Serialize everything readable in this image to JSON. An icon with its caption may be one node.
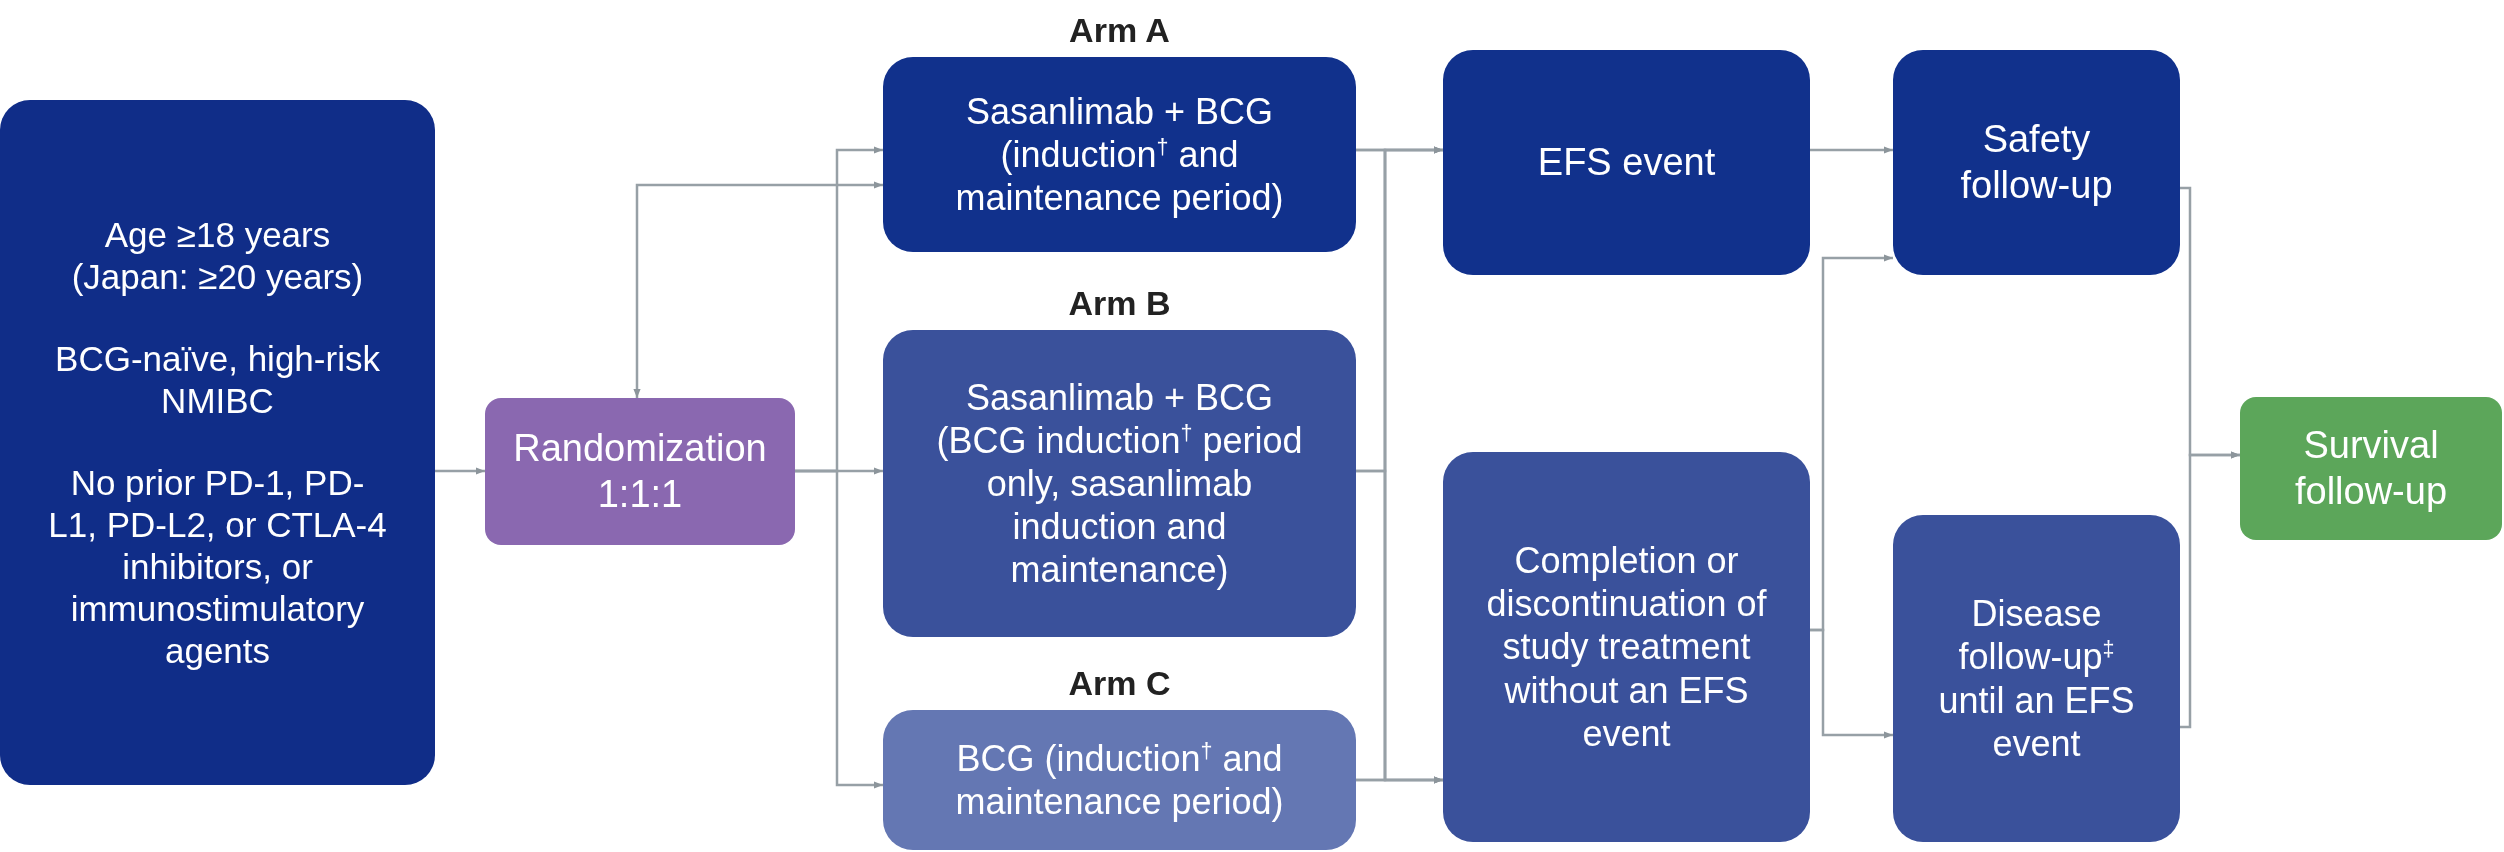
{
  "diagram": {
    "nodes": [
      {
        "text": [
          "Age ≥18 years (Japan: ≥20 years)",
          "BCG-naïve, high-risk NMIBC",
          "No prior PD-1, PD-L1, PD-L2, or CTLA-4 inhibitors, or immunostimulatory agents"
        ]
      },
      {
        "text": [
          "Randomization 1:1:1"
        ]
      },
      {
        "text": [
          "Arm A",
          "Sasanlimab + BCG (induction$^{†}$ and maintenance period)"
        ]
      },
      {
        "text": [
          "Arm B",
          "Sasanlimab + BCG (BCG induction$^{†}$ period only, sasanlimab induction and maintenance)"
        ]
      },
      {
        "text": [
          "Arm C",
          "BCG (induction$^{†}$ and maintenance period)"
        ]
      },
      {
        "text": [
          "EFS event"
        ]
      },
      {
        "text": [
          "Completion or discontinuation of study treatment without an EFS event"
        ]
      },
      {
        "text": [
          "Safety follow-up"
        ]
      },
      {
        "text": [
          "Disease follow-up$^{‡}$ until an EFS event"
        ]
      },
      {
        "text": [
          "Survival follow-up"
        ]
      }
    ],
    "edges": [
      {
        "from": 0,
        "to": 1,
        "arrow": "to"
      },
      {
        "from": 1,
        "to": 2,
        "arrow": "to"
      },
      {
        "from": 1,
        "to": 3,
        "arrow": "to"
      },
      {
        "from": 1,
        "to": 4,
        "arrow": "to"
      },
      {
        "from": 2,
        "to": 1,
        "arrow": "both"
      },
      {
        "from": 2,
        "to": 5,
        "arrow": "to"
      },
      {
        "from": 3,
        "to": 5,
        "arrow": "to"
      },
      {
        "from": 4,
        "to": 5,
        "arrow": "to"
      },
      {
        "from": 2,
        "to": 6,
        "arrow": "to"
      },
      {
        "from": 3,
        "to": 6,
        "arrow": "to"
      },
      {
        "from": 4,
        "to": 6,
        "arrow": "to"
      },
      {
        "from": 5,
        "to": 7,
        "arrow": "to"
      },
      {
        "from": 6,
        "to": 7,
        "arrow": "to"
      },
      {
        "from": 6,
        "to": 8,
        "arrow": "to"
      },
      {
        "from": 7,
        "to": 9,
        "arrow": "to"
      },
      {
        "from": 8,
        "to": 9,
        "arrow": "to"
      }
    ]
  }
}
